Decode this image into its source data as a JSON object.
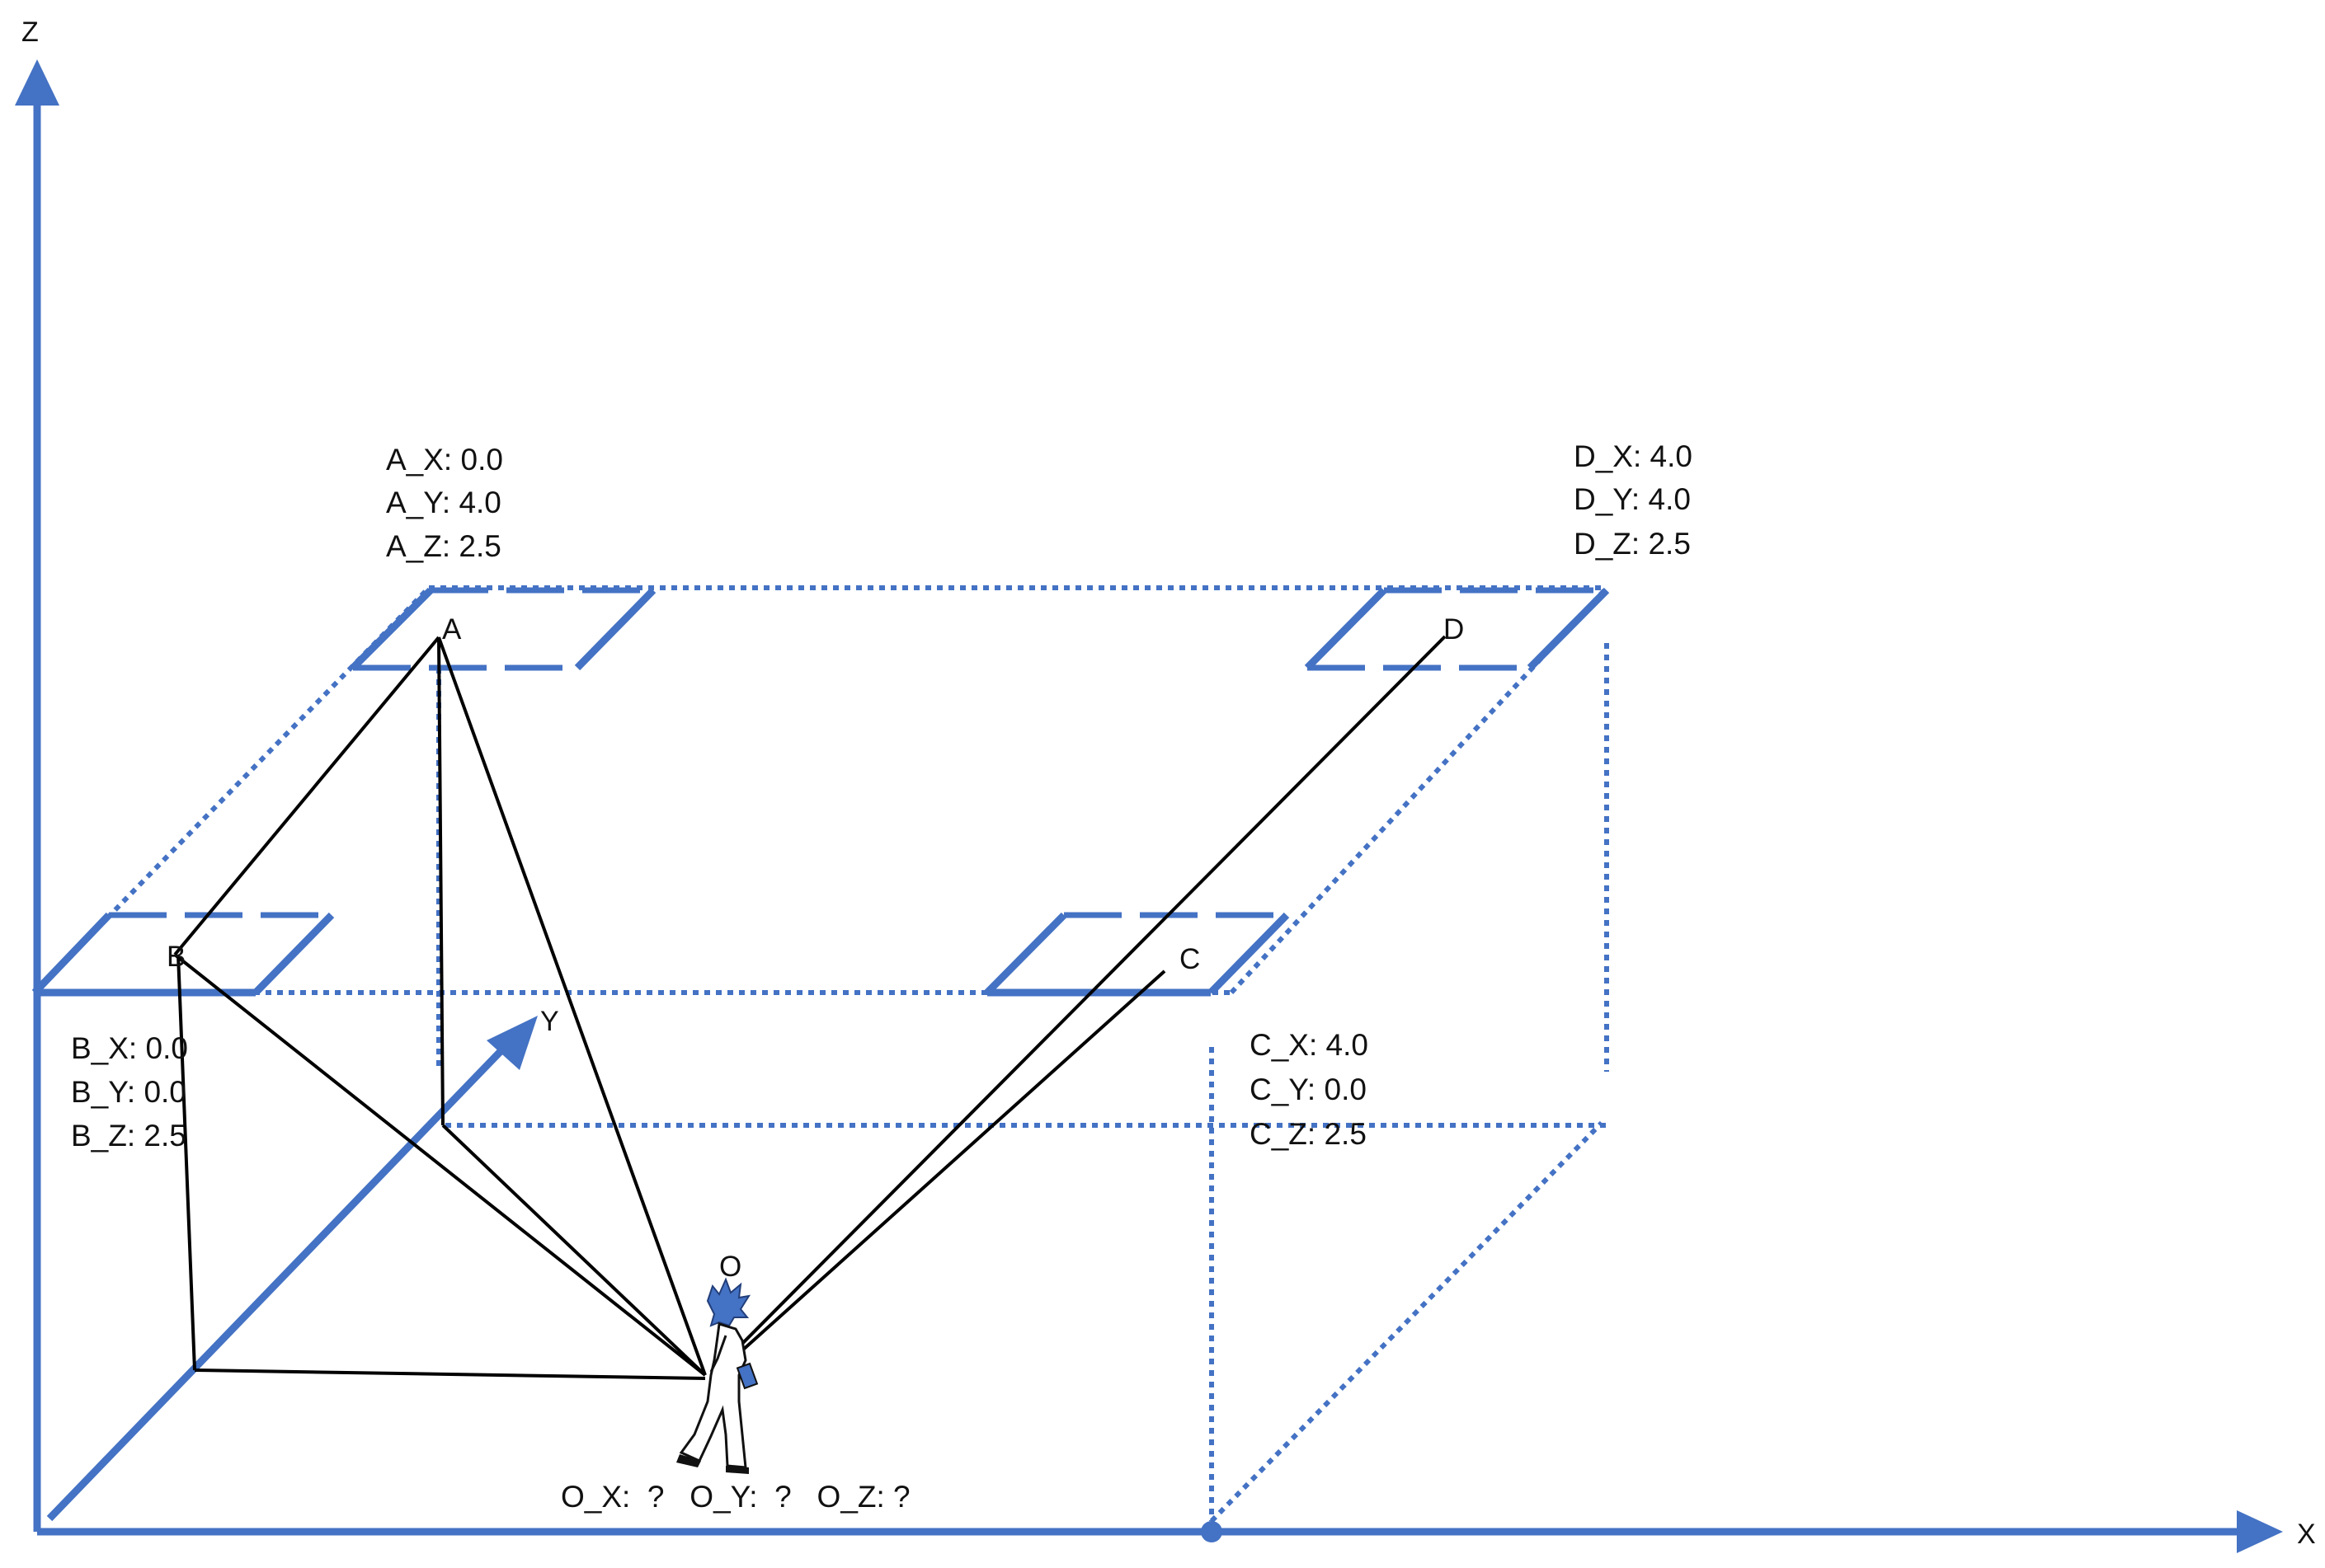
{
  "axes": {
    "x_label": "X",
    "y_label": "Y",
    "z_label": "Z",
    "color": "#4472C4"
  },
  "points": {
    "A": {
      "label": "A",
      "coords": [
        "A_X:  0.0",
        "A_Y:  4.0",
        "A_Z:  2.5"
      ]
    },
    "B": {
      "label": "B",
      "coords": [
        "B_X:  0.0",
        "B_Y:  0.0",
        "B_Z:  2.5"
      ]
    },
    "C": {
      "label": "C",
      "coords": [
        "C_X:  4.0",
        "C_Y:  0.0",
        "C_Z:  2.5"
      ]
    },
    "D": {
      "label": "D",
      "coords": [
        "D_X:  4.0",
        "D_Y:  4.0",
        "D_Z:  2.5"
      ]
    },
    "O": {
      "label": "O",
      "coords": "O_X:  ?   O_Y:  ?   O_Z: ?"
    }
  },
  "colors": {
    "line": "#000000",
    "figure_hair": "#4472C4"
  }
}
